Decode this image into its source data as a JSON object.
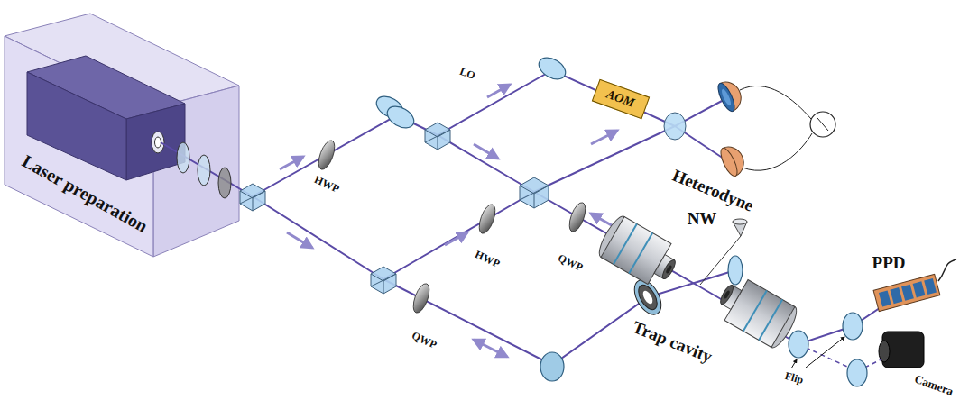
{
  "diagram": {
    "nodes": [
      {
        "text": [
          "Laser preparation"
        ]
      },
      {
        "text": [
          "AOM"
        ]
      }
    ],
    "labels": [
      "LO",
      "HWP",
      "HWP",
      "QWP",
      "QWP",
      "Heterodyne",
      "NW",
      "PPD",
      "Trap cavity",
      "Flip",
      "Camera"
    ]
  }
}
